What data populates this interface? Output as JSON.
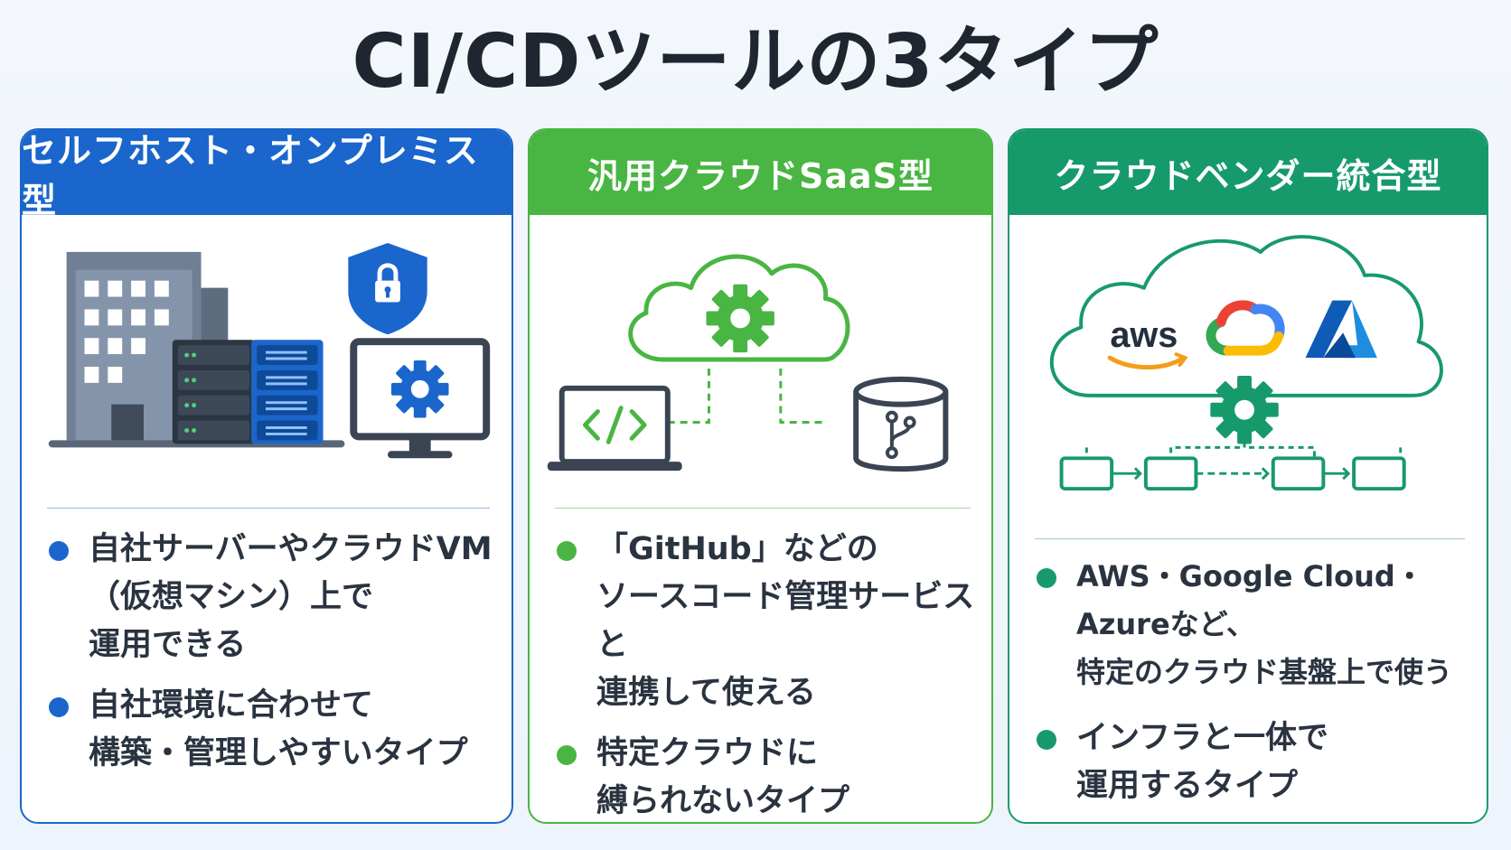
{
  "title": "CI/CDツールの3タイプ",
  "colors": {
    "self_hosted": "#1a66cc",
    "saas": "#49b542",
    "vendor": "#179a6b"
  },
  "cards": [
    {
      "header": "セルフホスト・オンプレミス型",
      "icons": [
        "office-building-icon",
        "server-rack-icon",
        "security-shield-lock-icon",
        "monitor-gear-icon"
      ],
      "bullets": [
        "自社サーバーやクラウドVM\n（仮想マシン）上で\n運用できる",
        "自社環境に合わせて\n構築・管理しやすいタイプ"
      ]
    },
    {
      "header": "汎用クラウドSaaS型",
      "icons": [
        "cloud-gear-icon",
        "laptop-code-icon",
        "repository-git-icon"
      ],
      "bullets": [
        "「GitHub」などの\nソースコード管理サービスと\n連携して使える",
        "特定クラウドに\n縛られないタイプ"
      ]
    },
    {
      "header": "クラウドベンダー統合型",
      "icons": [
        "cloud-icon",
        "aws-logo-icon",
        "google-cloud-logo-icon",
        "azure-logo-icon",
        "gear-icon",
        "pipeline-icon"
      ],
      "aws_logo_text": "aws",
      "bullets": [
        "AWS・Google Cloud・Azureなど、\n特定のクラウド基盤上で使う",
        "インフラと一体で\n運用するタイプ"
      ]
    }
  ]
}
